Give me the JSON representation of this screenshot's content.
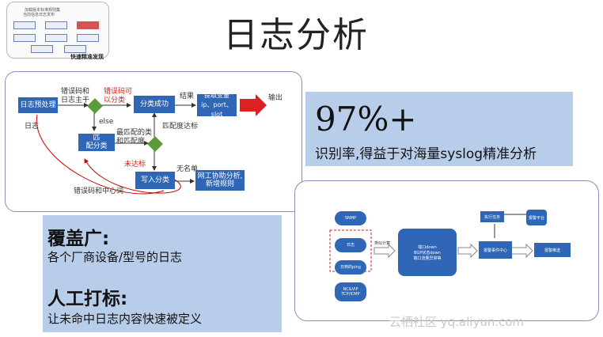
{
  "slide": {
    "title": "日志分析",
    "thumbnail": {
      "line1": "加载版本标准规则集",
      "line2": "当前信息日志发布",
      "caption": "快速精准发现"
    },
    "flow": {
      "preprocess": "日志预处理",
      "log_label": "日志",
      "err_code_line1": "错误码和",
      "err_code_line2": "日志主干",
      "red_note_line1": "错误码可",
      "red_note_line2": "以分类",
      "classify_ok": "分类成功",
      "result_label": "结果",
      "extract": "提取变量ip、port、slot",
      "output_label": "输出",
      "else_label": "else",
      "best_match_line1": "最匹配的类",
      "best_match_line2": "和匹配度",
      "match_reached": "匹配度达标",
      "classify_line1": "匹",
      "classify_line2": "配分类",
      "not_reached": "未达标",
      "write_class": "写入分类",
      "no_name": "无名单",
      "collab_line1": "网工协助分析,",
      "collab_line2": "新增规则",
      "err_center": "错误码和中心词"
    },
    "stat": {
      "number": "97%+",
      "desc": "识别率,得益于对海量syslog精准分析"
    },
    "coverage": {
      "heading": "覆盖广:",
      "desc": "各个厂商设备/型号的日志"
    },
    "manual": {
      "heading": "人工打标:",
      "desc": "让未命中日志内容快速被定义"
    },
    "detail": {
      "snmp": "SNMP",
      "log": "日志",
      "ping": "日到的ping",
      "nc": "NC&VIP TCP/ICMP",
      "flow_note": "类似计算",
      "center_text": "端口down\nBGP状态down\n端口流量异常等",
      "task": "执行任务",
      "alarm_center": "报警平台",
      "event_center": "报警事件中心",
      "notify": "报警推送"
    },
    "watermark": "云栖社区 yq.aliyun.com"
  }
}
